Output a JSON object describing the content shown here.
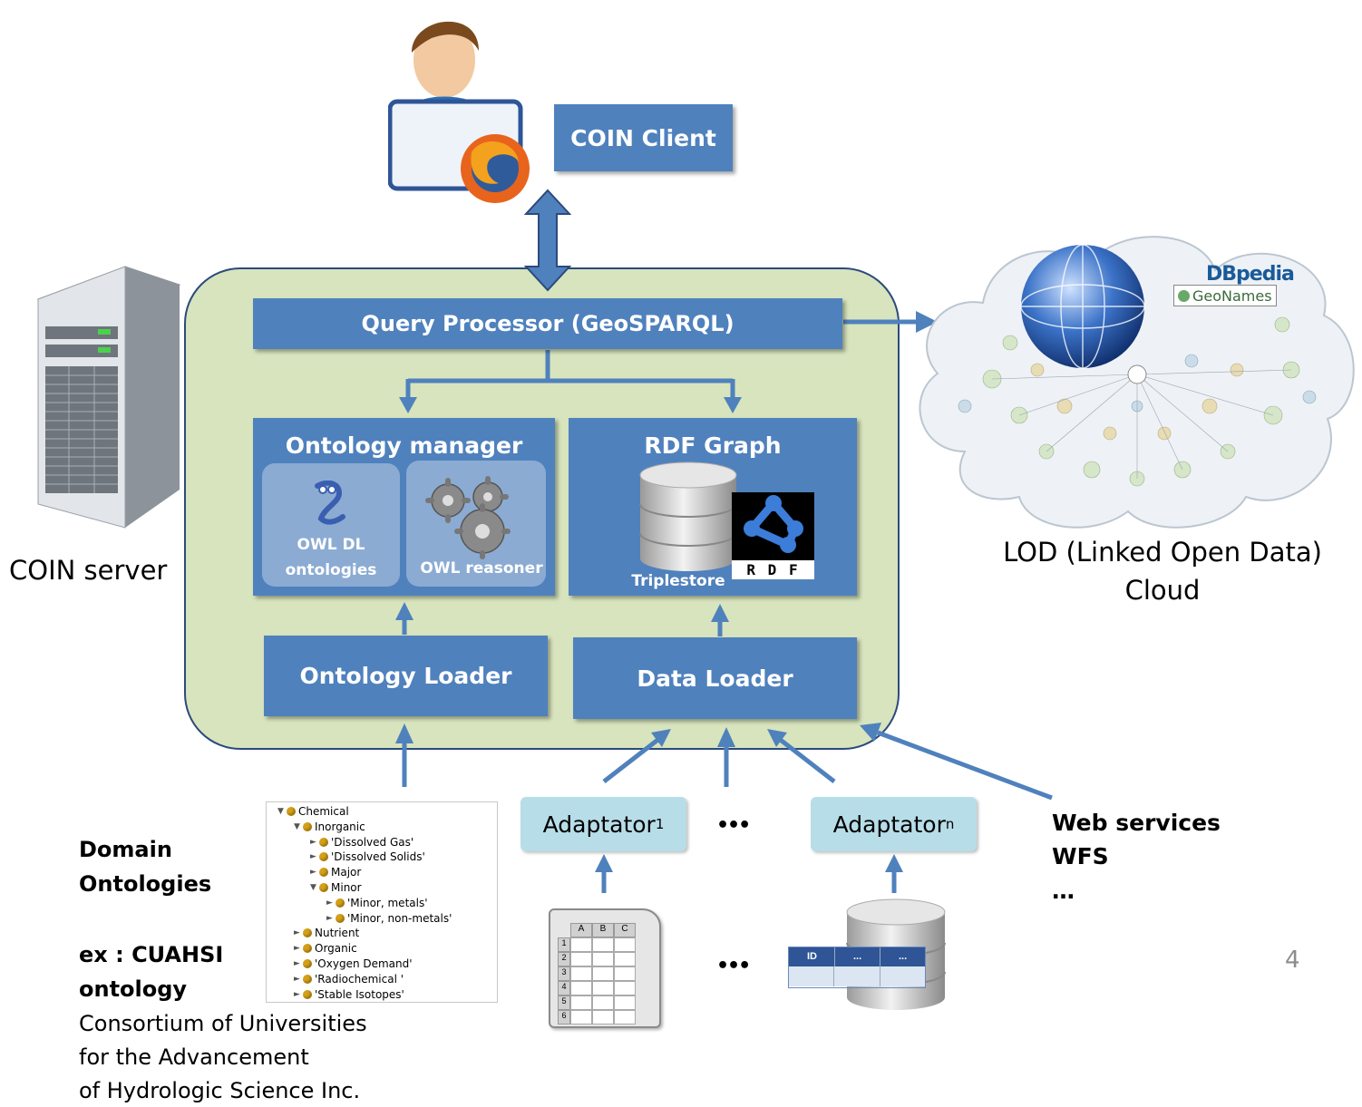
{
  "client": {
    "label": "COIN Client"
  },
  "query": {
    "label": "Query Processor (GeoSPARQL)"
  },
  "ontology_manager": {
    "title": "Ontology manager",
    "owl_dl_line1": "OWL  DL",
    "owl_dl_line2": "ontologies",
    "owl_reasoner": "OWL reasoner"
  },
  "rdf_graph": {
    "title": "RDF Graph",
    "triplestore": "Triplestore",
    "rdf_logo": "R D F"
  },
  "ontology_loader": {
    "label": "Ontology Loader"
  },
  "data_loader": {
    "label": "Data Loader"
  },
  "server": {
    "label": "COIN server"
  },
  "lod": {
    "line1": "LOD (Linked Open Data)",
    "line2": "Cloud",
    "dbpedia": "DBpedia",
    "geonames": "GeoNames"
  },
  "adaptator": {
    "label": "Adaptator",
    "sub1": "1",
    "subn": "n",
    "ellipsis": "•••"
  },
  "web_services": {
    "line1": "Web services",
    "line2": "WFS",
    "line3": "…"
  },
  "domain": {
    "line1": "Domain",
    "line2": "Ontologies",
    "ex1": "ex : CUAHSI",
    "ex2": "ontology",
    "desc1": "Consortium of Universities",
    "desc2": "for the Advancement",
    "desc3": "of Hydrologic Science Inc."
  },
  "tree": [
    {
      "label": "Chemical",
      "level": 0,
      "arrow": "▼"
    },
    {
      "label": "Inorganic",
      "level": 1,
      "arrow": "▼"
    },
    {
      "label": "'Dissolved Gas'",
      "level": 2,
      "arrow": "►"
    },
    {
      "label": "'Dissolved Solids'",
      "level": 2,
      "arrow": "►"
    },
    {
      "label": "Major",
      "level": 2,
      "arrow": "►"
    },
    {
      "label": "Minor",
      "level": 2,
      "arrow": "▼"
    },
    {
      "label": "'Minor, metals'",
      "level": 3,
      "arrow": "►"
    },
    {
      "label": "'Minor, non-metals'",
      "level": 3,
      "arrow": "►"
    },
    {
      "label": "Nutrient",
      "level": 1,
      "arrow": "►"
    },
    {
      "label": "Organic",
      "level": 1,
      "arrow": "►"
    },
    {
      "label": "'Oxygen Demand'",
      "level": 1,
      "arrow": "►"
    },
    {
      "label": "'Radiochemical '",
      "level": 1,
      "arrow": "►"
    },
    {
      "label": "'Stable Isotopes'",
      "level": 1,
      "arrow": "►"
    }
  ],
  "spreadsheet": {
    "cols": [
      "A",
      "B",
      "C"
    ],
    "rows": [
      "1",
      "2",
      "3",
      "4",
      "5",
      "6"
    ]
  },
  "db_table": {
    "headers": [
      "ID",
      "...",
      "..."
    ]
  },
  "page_number": "4",
  "colors": {
    "box": "#4f81bd",
    "panel": "#d7e4bd",
    "adaptator": "#b7dde8"
  }
}
